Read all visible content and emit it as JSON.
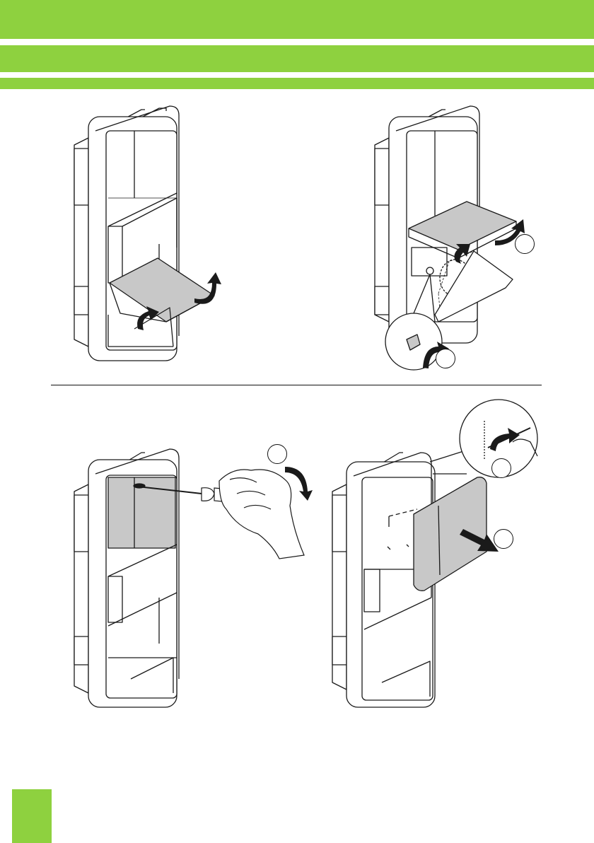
{
  "page": {
    "accent_color": "#8ed13f",
    "panel_fill": "#c8c8c8",
    "line_color": "#1a1a1a"
  },
  "header": {
    "bands": [
      "top-band",
      "middle-band",
      "thin-band"
    ]
  },
  "figures": [
    {
      "id": "figure-top-left",
      "depicts": "wallbox-lower-cover-tilting-open",
      "icons": [
        "curved-arrow-icon",
        "curved-arrow-icon"
      ]
    },
    {
      "id": "figure-top-right",
      "depicts": "wallbox-middle-cover-lifting-with-latch-detail",
      "icons": [
        "curved-arrow-icon",
        "curved-arrow-icon",
        "magnifier-circle-icon"
      ],
      "callouts": [
        "",
        ""
      ]
    },
    {
      "id": "figure-bottom-left",
      "depicts": "screwdriver-prying-upper-cover",
      "icons": [
        "hand-screwdriver-icon",
        "curved-arrow-icon"
      ],
      "callouts": [
        ""
      ]
    },
    {
      "id": "figure-bottom-right",
      "depicts": "upper-cover-removed-with-screw-detail",
      "icons": [
        "straight-arrow-icon",
        "curved-arrow-icon",
        "magnifier-circle-icon"
      ],
      "callouts": [
        "",
        ""
      ]
    }
  ],
  "footer": {
    "page_tab": ""
  }
}
